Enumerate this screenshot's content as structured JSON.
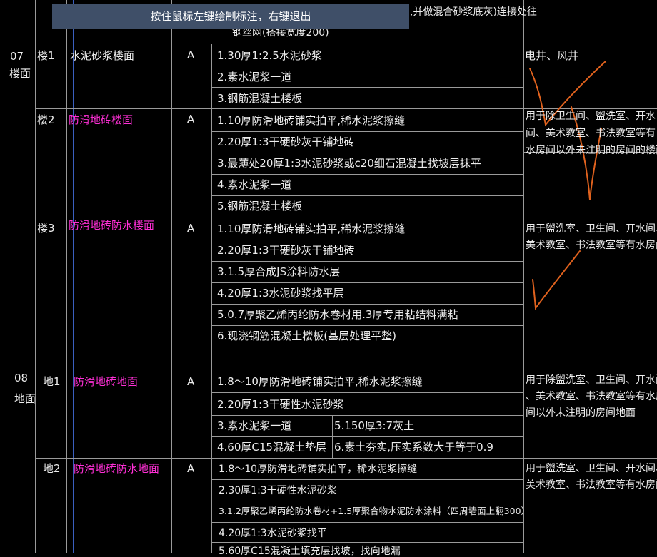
{
  "tooltip": "按住鼠标左键绘制标注，右键退出",
  "header_partial": ",并做混合砂浆底灰)连接处往",
  "header_partial2": "钢丝网(搭接宽度200)",
  "sections": [
    {
      "code": "07",
      "name": "楼面",
      "items": [
        {
          "id": "楼1",
          "title": "水泥砂浆楼面",
          "grade": "A",
          "steps": [
            "1.30厚1:2.5水泥砂浆",
            "2.素水泥浆一道",
            "3.钢筋混凝土楼板"
          ],
          "note": "电井、风井"
        },
        {
          "id": "楼2",
          "title": "防滑地砖楼面",
          "grade": "A",
          "steps": [
            "1.10厚防滑地砖铺实拍平,稀水泥浆擦缝",
            "2.20厚1:3干硬砂灰干铺地砖",
            "3.最薄处20厚1:3水泥砂浆或c20细石混凝土找坡层抹平",
            "4.素水泥浆一道",
            "5.钢筋混凝土楼板"
          ],
          "note_lines": [
            "用于除卫生间、盥洗室、开水",
            "间、美术教室、书法教室等有",
            "水房间以外未注明的房间的楼面"
          ]
        },
        {
          "id": "楼3",
          "title": "防滑地砖防水楼面",
          "grade": "A",
          "steps": [
            "1.10厚防滑地砖铺实拍平,稀水泥浆擦缝",
            "2.20厚1:3干硬砂灰干铺地砖",
            "3.1.5厚合成JS涂料防水层",
            "4.20厚1:3水泥砂浆找平层",
            "5.0.7厚聚乙烯丙纶防水卷材用.3厚专用粘结料满粘",
            "6.现浇钢筋混凝土楼板(基层处理平整)"
          ],
          "note_lines": [
            "用于盥洗室、卫生间、开水间、",
            "美术教室、书法教室等有水房间"
          ]
        }
      ]
    },
    {
      "code": "08",
      "name": "地面",
      "items": [
        {
          "id": "地1",
          "title": "防滑地砖地面",
          "grade": "A",
          "steps": [
            "1.8～10厚防滑地砖铺实拍平,稀水泥浆擦缝",
            "2.20厚1:3干硬性水泥砂浆",
            "3.素水泥浆一道",
            "4.60厚C15混凝土垫层"
          ],
          "steps_right": [
            "5.150厚3:7灰土",
            "6.素土夯实,压实系数大于等于0.9"
          ],
          "note_lines": [
            "用于除盥洗室、卫生间、开水间",
            "、美术教室、书法教室等有水房",
            "间以外未注明的房间地面"
          ]
        },
        {
          "id": "地2",
          "title": "防滑地砖防水地面",
          "grade": "A",
          "steps": [
            "1.8～10厚防滑地砖铺实拍平，稀水泥浆擦缝",
            "2.30厚1:3干硬性水泥砂浆",
            "3.1.2厚聚乙烯丙纶防水卷材+1.5厚聚合物水泥防水涂料（四周墙面上翻300）",
            "4.20厚1:3水泥砂浆找平",
            "5.60厚C15混凝土填充层找坡，找向地漏"
          ],
          "note_lines": [
            "用于盥洗室、卫生间、开水间、",
            "美术教室、书法教室等有水房间"
          ]
        }
      ]
    }
  ],
  "colors": {
    "background": "#000000",
    "line": "#9a9a9a",
    "text": "#ececec",
    "magenta": "#ff2fd6",
    "annotation": "#e0621e",
    "tooltip_bg": "#3f4f68"
  }
}
